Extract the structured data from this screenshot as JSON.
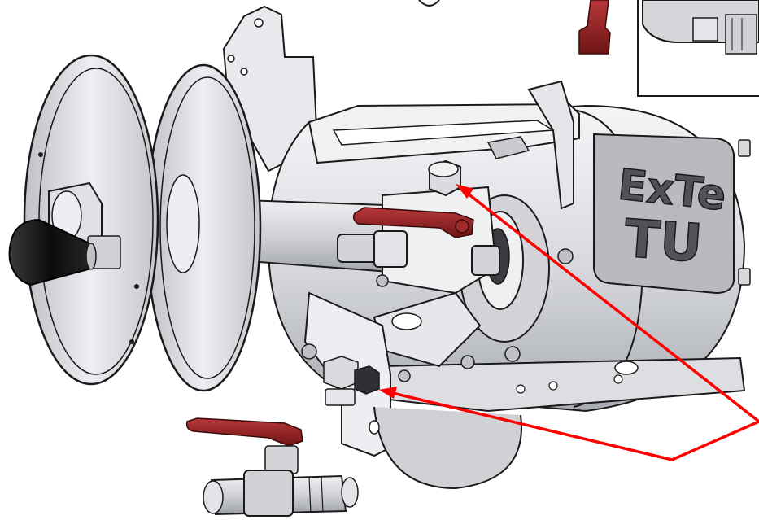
{
  "logo": {
    "line1": "ExTe",
    "line2": "TU"
  },
  "colors": {
    "background": "#ffffff",
    "metal_light": "#e9eaed",
    "metal_mid": "#c9cbd0",
    "metal_dark": "#8f9298",
    "handle_red": "#8c1f21",
    "knob_black": "#111111",
    "annotation_red": "#ff0000",
    "outline": "#1a1a1a",
    "logo_panel": "#b8babe",
    "logo_text": "#505256"
  },
  "icons": {
    "callout": "arrow-callout-icon",
    "handle": "lever-handle-icon",
    "knob": "knob-icon"
  },
  "annotations": {
    "callout_count": 2
  }
}
